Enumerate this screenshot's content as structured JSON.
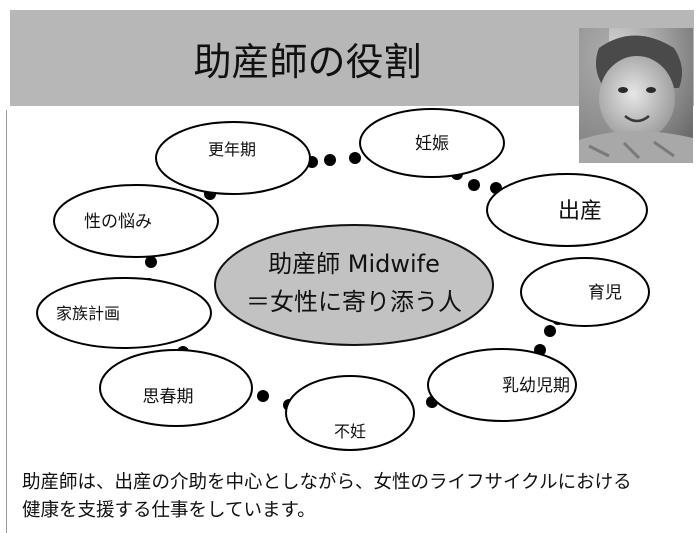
{
  "title": "助産師の役割",
  "center": {
    "line1": "助産師 Midwife",
    "line2": "＝女性に寄り添う人"
  },
  "stages": [
    {
      "id": "pregnancy",
      "label": "妊娠"
    },
    {
      "id": "birth",
      "label": "出産"
    },
    {
      "id": "childcare",
      "label": "育児"
    },
    {
      "id": "early-childhood",
      "label": "乳幼児期"
    },
    {
      "id": "infertility",
      "label": "不妊"
    },
    {
      "id": "puberty",
      "label": "思春期"
    },
    {
      "id": "family-planning",
      "label": "家族計画"
    },
    {
      "id": "sexual-concerns",
      "label": "性の悩み"
    },
    {
      "id": "menopause",
      "label": "更年期"
    }
  ],
  "footer": {
    "line1": "助産師は、出産の介助を中心としながら、女性のライフサイクルにおける",
    "line2": "健康を支援する仕事をしています。"
  },
  "colors": {
    "title_bar": "#b7b7b7",
    "center_fill": "#c2c2c2",
    "dot": "#000000"
  }
}
